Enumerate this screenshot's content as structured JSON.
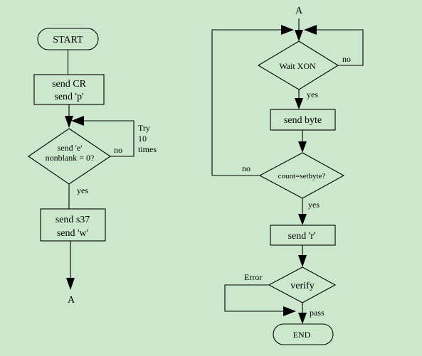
{
  "colors": {
    "background": "#cce8cc",
    "stroke": "#000000"
  },
  "left": {
    "start": "START",
    "box1": [
      "send CR",
      "send 'p'"
    ],
    "decision": [
      "send 'e'",
      "nonblank = 0?"
    ],
    "retry_no": "no",
    "retry_note": [
      "Try",
      "10",
      "times"
    ],
    "yes": "yes",
    "box2": [
      "send s37",
      "send 'w'"
    ],
    "connector": "A"
  },
  "right": {
    "connector": "A",
    "wait": "Wait XON",
    "wait_no": "no",
    "wait_yes": "yes",
    "send_byte": "send byte",
    "count_no": "no",
    "count": "count=setbyte?",
    "count_yes": "yes",
    "send_r": "send 'r'",
    "error": "Error",
    "verify": "verify",
    "pass": "pass",
    "end": "END"
  }
}
